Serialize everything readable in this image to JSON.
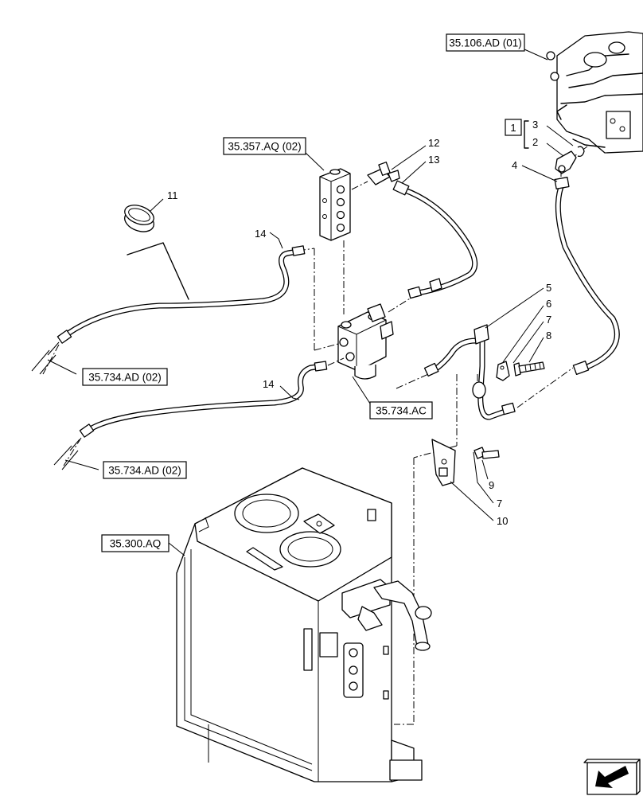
{
  "references": {
    "r_35_106_ad_01": "35.106.AD (01)",
    "r_35_357_aq_02": "35.357.AQ (02)",
    "r_35_734_ad_02_a": "35.734.AD (02)",
    "r_35_734_ac": "35.734.AC",
    "r_35_734_ad_02_b": "35.734.AD (02)",
    "r_35_300_aq": "35.300.AQ"
  },
  "callouts": {
    "c1": "1",
    "c2": "2",
    "c3": "3",
    "c4": "4",
    "c5": "5",
    "c6": "6",
    "c7a": "7",
    "c7b": "7",
    "c8": "8",
    "c9": "9",
    "c10": "10",
    "c11": "11",
    "c12": "12",
    "c13": "13",
    "c14a": "14",
    "c14b": "14"
  },
  "icons": {
    "corner": "direction-arrow-icon"
  }
}
